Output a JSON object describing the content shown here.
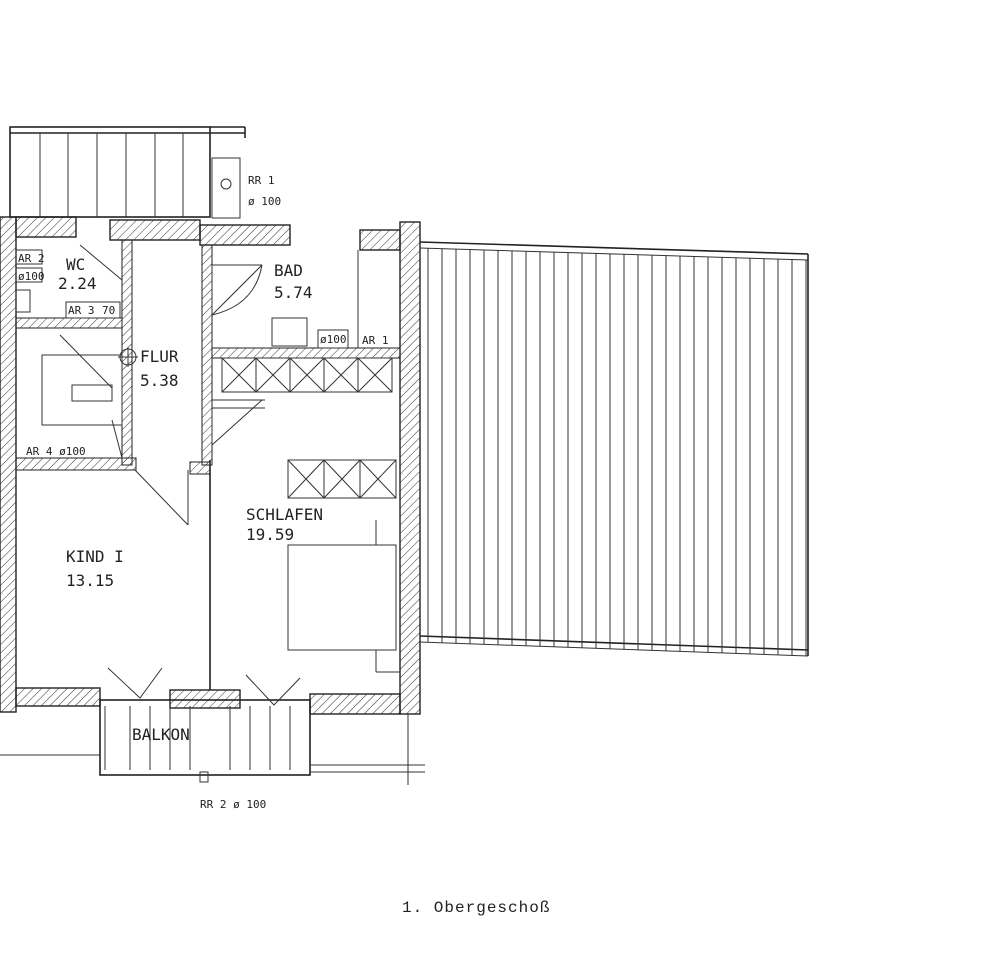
{
  "rooms": {
    "wc": {
      "name": "WC",
      "area": "2.24"
    },
    "bad": {
      "name": "BAD",
      "area": "5.74"
    },
    "flur": {
      "name": "FLUR",
      "area": "5.38"
    },
    "schlafen": {
      "name": "SCHLAFEN",
      "area": "19.59"
    },
    "kind": {
      "name": "KIND I",
      "area": "13.15"
    },
    "balkon": {
      "name": "BALKON"
    }
  },
  "annotations": {
    "rr1": "RR 1",
    "rr1_dia": "ø 100",
    "rr2": "RR 2 ø 100",
    "ar1": "AR 1",
    "ar1_dia": "ø100",
    "ar2": "AR 2",
    "ar2_dia": "ø100",
    "ar3": "AR 3",
    "ar3_num": "70",
    "ar4": "AR 4  ø100"
  },
  "caption": "1. Obergeschoß"
}
